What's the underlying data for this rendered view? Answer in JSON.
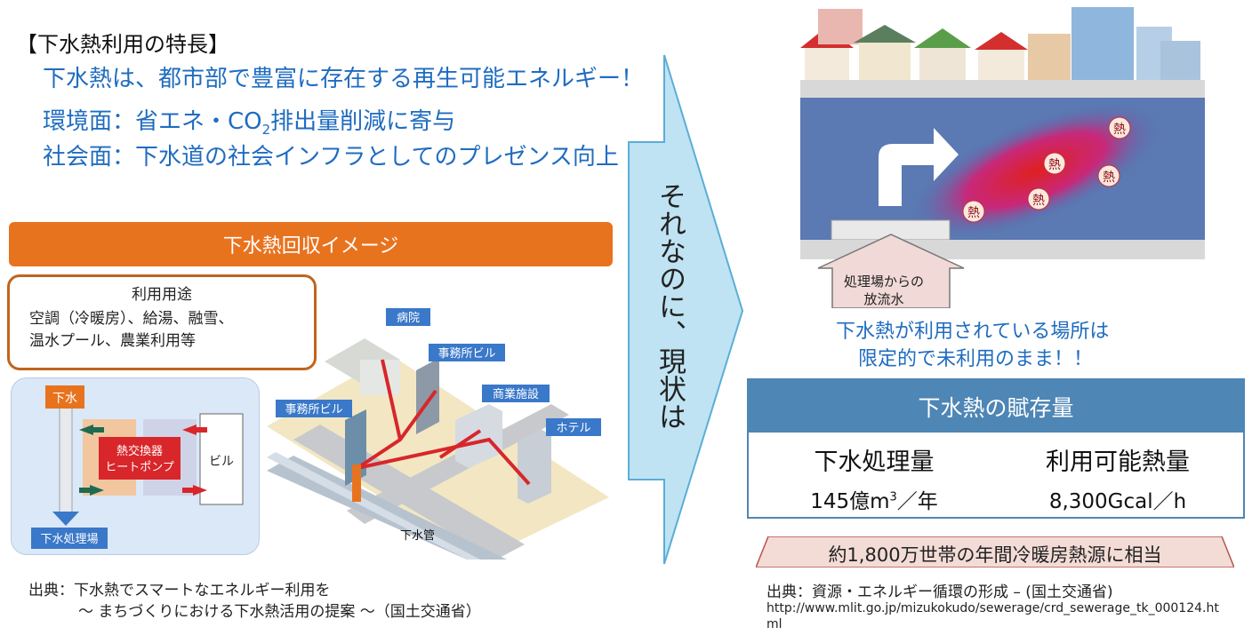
{
  "features": {
    "heading": "【下水熱利用の特長】",
    "lead": "下水熱は、都市部で豊富に存在する再生可能エネルギー！",
    "environment_prefix": "環境面：省エネ・CO",
    "environment_sub": "2",
    "environment_suffix": "排出量削減に寄与",
    "society": "社会面：下水道の社会インフラとしてのプレゼンス向上"
  },
  "recovery": {
    "bar_title": "下水熱回収イメージ",
    "uses_title": "利用用途",
    "uses_line1": "空調（冷暖房）、給湯、融雪、",
    "uses_line2": "温水プール、農業利用等",
    "hp_sewage": "下水",
    "hp_exchanger_1": "熱交換器",
    "hp_exchanger_2": "ヒートポンプ",
    "hp_building": "ビル",
    "hp_plant": "下水処理場",
    "city_hospital": "病院",
    "city_office_1": "事務所ビル",
    "city_office_2": "事務所ビル",
    "city_commercial": "商業施設",
    "city_hotel": "ホテル",
    "city_pipe": "下水管"
  },
  "source_left": {
    "line1": "出典：下水熱でスマートなエネルギー利用を",
    "line2": "～ まちづくりにおける下水熱活用の提案 ～（国土交通省）"
  },
  "transition_text": "それなのに、現状は",
  "river": {
    "heat": "熱",
    "discharge_label": "処理場からの放流水"
  },
  "status": {
    "line1": "下水熱が利用されている場所は",
    "line2": "限定的で未利用のまま！！"
  },
  "stock": {
    "header": "下水熱の賦存量",
    "left_label": "下水処理量",
    "left_value_prefix": "145億m",
    "left_value_sup": "3",
    "left_value_suffix": "／年",
    "right_label": "利用可能熱量",
    "right_value": "8,300Gcal／h"
  },
  "equivalent": "約1,800万世帯の年間冷暖房熱源に相当",
  "source_right": {
    "line1": "出典：資源・エネルギー循環の形成 – (国土交通省)",
    "url": "http://www.mlit.go.jp/mizukokudo/sewerage/crd_sewerage_tk_000124.html"
  },
  "colors": {
    "blue_text": "#1f6cc0",
    "orange_bar": "#e8731e",
    "stock_header": "#4e86b5",
    "heat_red": "#e02020"
  }
}
